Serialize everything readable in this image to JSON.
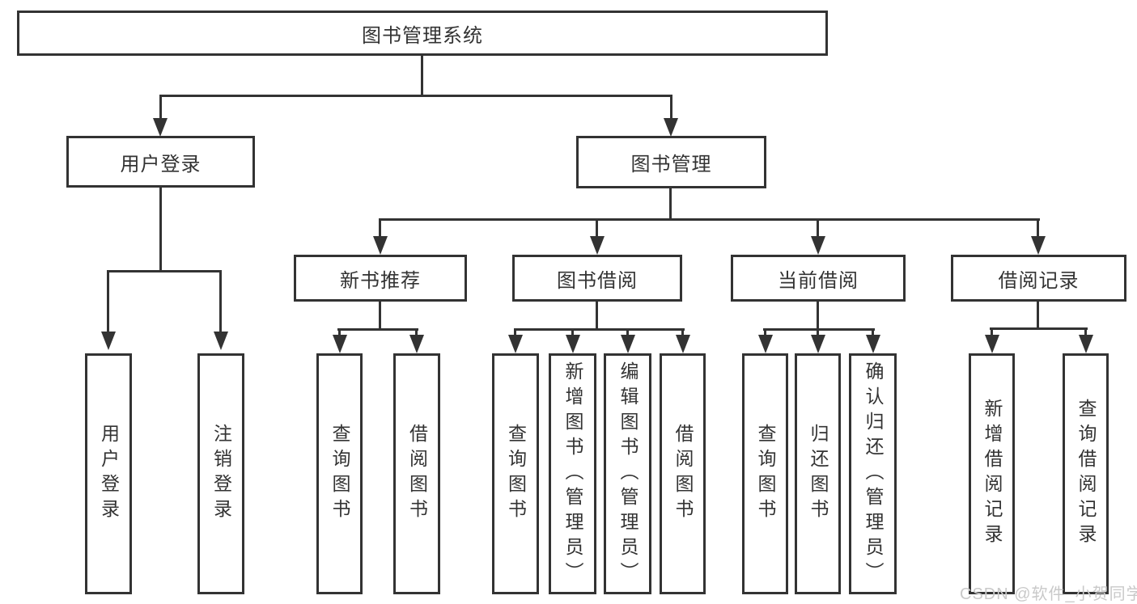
{
  "diagram": {
    "root": {
      "label": "图书管理系统"
    },
    "branches": [
      {
        "label": "用户登录",
        "children": [
          {
            "label": "用户登录"
          },
          {
            "label": "注销登录"
          }
        ]
      },
      {
        "label": "图书管理",
        "children": [
          {
            "label": "新书推荐",
            "children": [
              {
                "label": "查询图书"
              },
              {
                "label": "借阅图书"
              }
            ]
          },
          {
            "label": "图书借阅",
            "children": [
              {
                "label": "查询图书"
              },
              {
                "label": "新增图书（管理员）"
              },
              {
                "label": "编辑图书（管理员）"
              },
              {
                "label": "借阅图书"
              }
            ]
          },
          {
            "label": "当前借阅",
            "children": [
              {
                "label": "查询图书"
              },
              {
                "label": "归还图书"
              },
              {
                "label": "确认归还（管理员）"
              }
            ]
          },
          {
            "label": "借阅记录",
            "children": [
              {
                "label": "新增借阅记录"
              },
              {
                "label": "查询借阅记录"
              }
            ]
          }
        ]
      }
    ]
  },
  "watermark": {
    "text": "CSDN @软件_小贺同学"
  },
  "colors": {
    "line": "#333333",
    "text": "#333333",
    "watermark": "#c9c9c9",
    "background": "#ffffff"
  }
}
